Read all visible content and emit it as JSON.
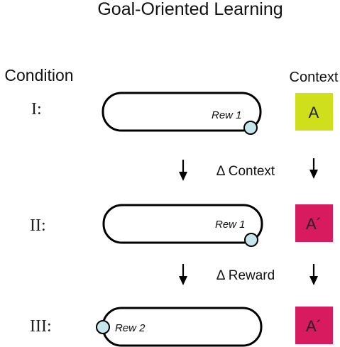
{
  "title": "Goal-Oriented Learning",
  "headers": {
    "condition": "Condition",
    "context": "Context"
  },
  "colors": {
    "context_a": "#cfdf1c",
    "context_a_prime": "#d81b5f",
    "reward_dot": "#c5e6ea"
  },
  "conditions": [
    {
      "label": "I:",
      "reward": "Rew 1",
      "reward_side": "right",
      "context": "A"
    },
    {
      "label": "II:",
      "reward": "Rew 1",
      "reward_side": "right",
      "context": "A´"
    },
    {
      "label": "III:",
      "reward": "Rew 2",
      "reward_side": "left",
      "context": "A´"
    }
  ],
  "transitions": [
    {
      "label": "Δ Context"
    },
    {
      "label": "Δ Reward"
    }
  ]
}
